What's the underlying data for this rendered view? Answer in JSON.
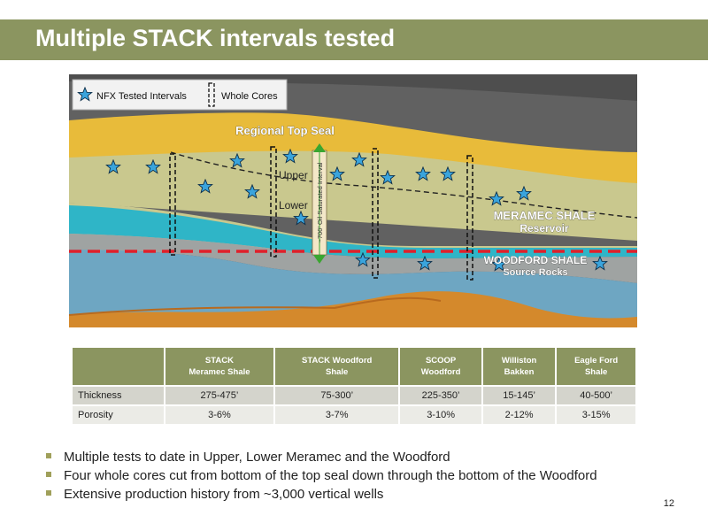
{
  "title": "Multiple STACK intervals tested",
  "diagram": {
    "legend": {
      "tested": "NFX Tested Intervals",
      "cores": "Whole Cores"
    },
    "top_seal": "Regional Top Seal",
    "upper": "Upper",
    "lower": "Lower",
    "oil_interval": "~700' Oil Saturated Interval",
    "meramec_title": "MERAMEC SHALE",
    "meramec_sub": "Reservoir",
    "woodford_title": "WOODFORD SHALE",
    "woodford_sub": "Source Rocks"
  },
  "table": {
    "headers": [
      "",
      "STACK\nMeramec Shale",
      "STACK Woodford\nShale",
      "SCOOP\nWoodford",
      "Williston\nBakken",
      "Eagle Ford\nShale"
    ],
    "rows": [
      [
        "Thickness",
        "275-475’",
        "75-300’",
        "225-350’",
        "15-145’",
        "40-500’"
      ],
      [
        "Porosity",
        "3-6%",
        "3-7%",
        "3-10%",
        "2-12%",
        "3-15%"
      ]
    ]
  },
  "bullets": [
    "Multiple tests to date in Upper, Lower Meramec and the Woodford",
    "Four whole cores cut from bottom of the top seal down through the bottom of the Woodford",
    "Extensive production history from ~3,000 vertical wells"
  ],
  "page_number": "12",
  "colors": {
    "title_bar": "#8b9560",
    "top_seal": "#e8bb3a",
    "reservoir": "#c9c88e",
    "cyan_layer": "#2fb5c7",
    "woodford": "#9fa3a2",
    "blue_lower": "#6ea6c2",
    "orange_layer": "#d4892c",
    "dashed_red": "#e0202a",
    "star": "#3aa4dc"
  }
}
